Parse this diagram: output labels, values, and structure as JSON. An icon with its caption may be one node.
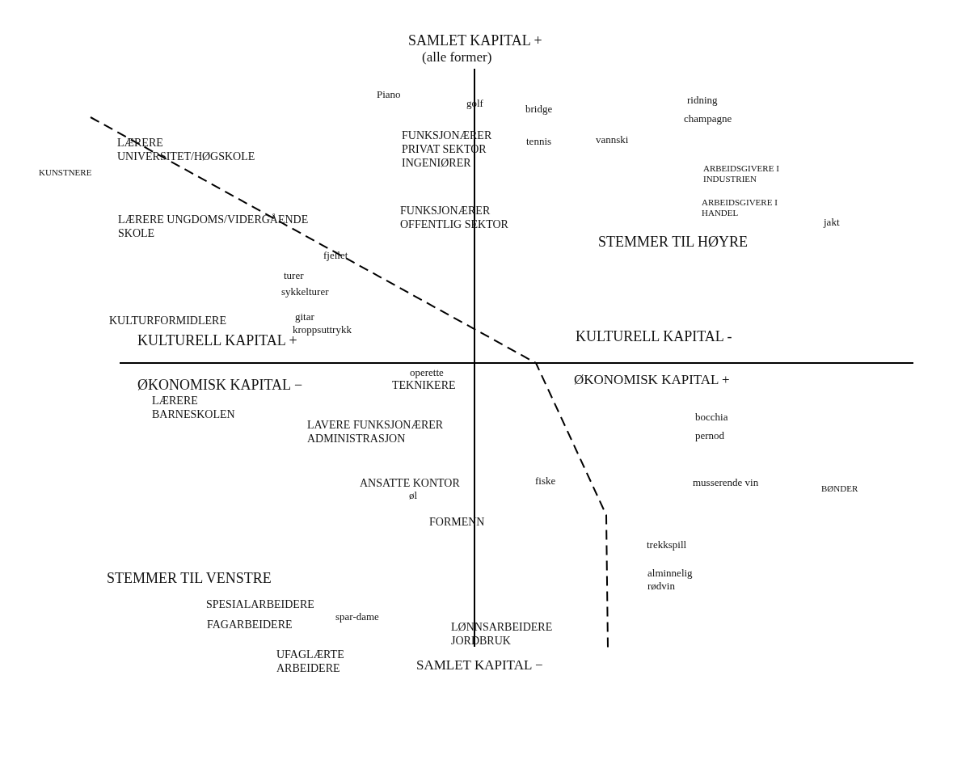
{
  "diagram": {
    "labels": [
      "SAMLET KAPITAL +",
      "(alle former)",
      "Piano",
      "golf",
      "bridge",
      "ridning",
      "champagne",
      "LÆRERE UNIVERSITET/HØGSKOLE",
      "FUNKSJONÆRER PRIVAT SEKTOR INGENIØRER",
      "tennis",
      "vannski",
      "KUNSTNERE",
      "ARBEIDSGIVERE I INDUSTRIEN",
      "FUNKSJONÆRER OFFENTLIG SEKTOR",
      "LÆRERE UNGDOMS/VIDERGÅENDE SKOLE",
      "ARBEIDSGIVERE I HANDEL",
      "jakt",
      "STEMMER TIL HØYRE",
      "fjellet",
      "turer",
      "sykkelturer",
      "KULTURFORMIDLERE",
      "gitar",
      "kroppsuttrykk",
      "KULTURELL KAPITAL +",
      "KULTURELL KAPITAL -",
      "operette",
      "ØKONOMISK KAPITAL −",
      "TEKNIKERE",
      "ØKONOMISK KAPITAL +",
      "LÆRERE BARNESKOLEN",
      "bocchia",
      "pernod",
      "LAVERE FUNKSJONÆRER ADMINISTRASJON",
      "fiske",
      "musserende vin",
      "ANSATTE KONTOR",
      "BØNDER",
      "øl",
      "FORMENN",
      "trekkspill",
      "STEMMER TIL VENSTRE",
      "alminnelig rødvin",
      "SPESIALARBEIDERE",
      "spar-dame",
      "FAGARBEIDERE",
      "LØNNSARBEIDERE JORDBRUK",
      "UFAGLÆRTE ARBEIDERE",
      "SAMLET KAPITAL −"
    ]
  }
}
